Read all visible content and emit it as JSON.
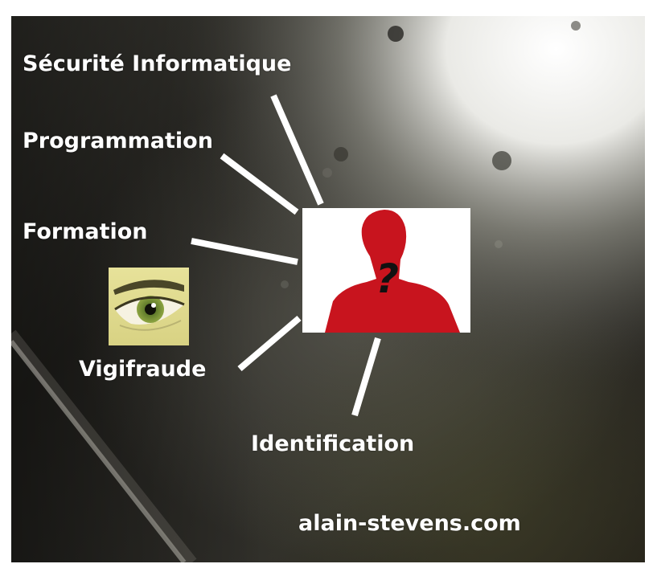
{
  "topics": {
    "securite": "Sécurité Informatique",
    "programmation": "Programmation",
    "formation": "Formation",
    "vigifraude": "Vigifraude",
    "identification": "Identification"
  },
  "website": "alain-stevens.com",
  "center_glyph": "?",
  "colors": {
    "silhouette": "#c8141e",
    "label_text": "#ffffff",
    "connector": "#ffffff"
  },
  "icons": {
    "center": "unknown-person-icon",
    "eye": "eye-icon"
  }
}
